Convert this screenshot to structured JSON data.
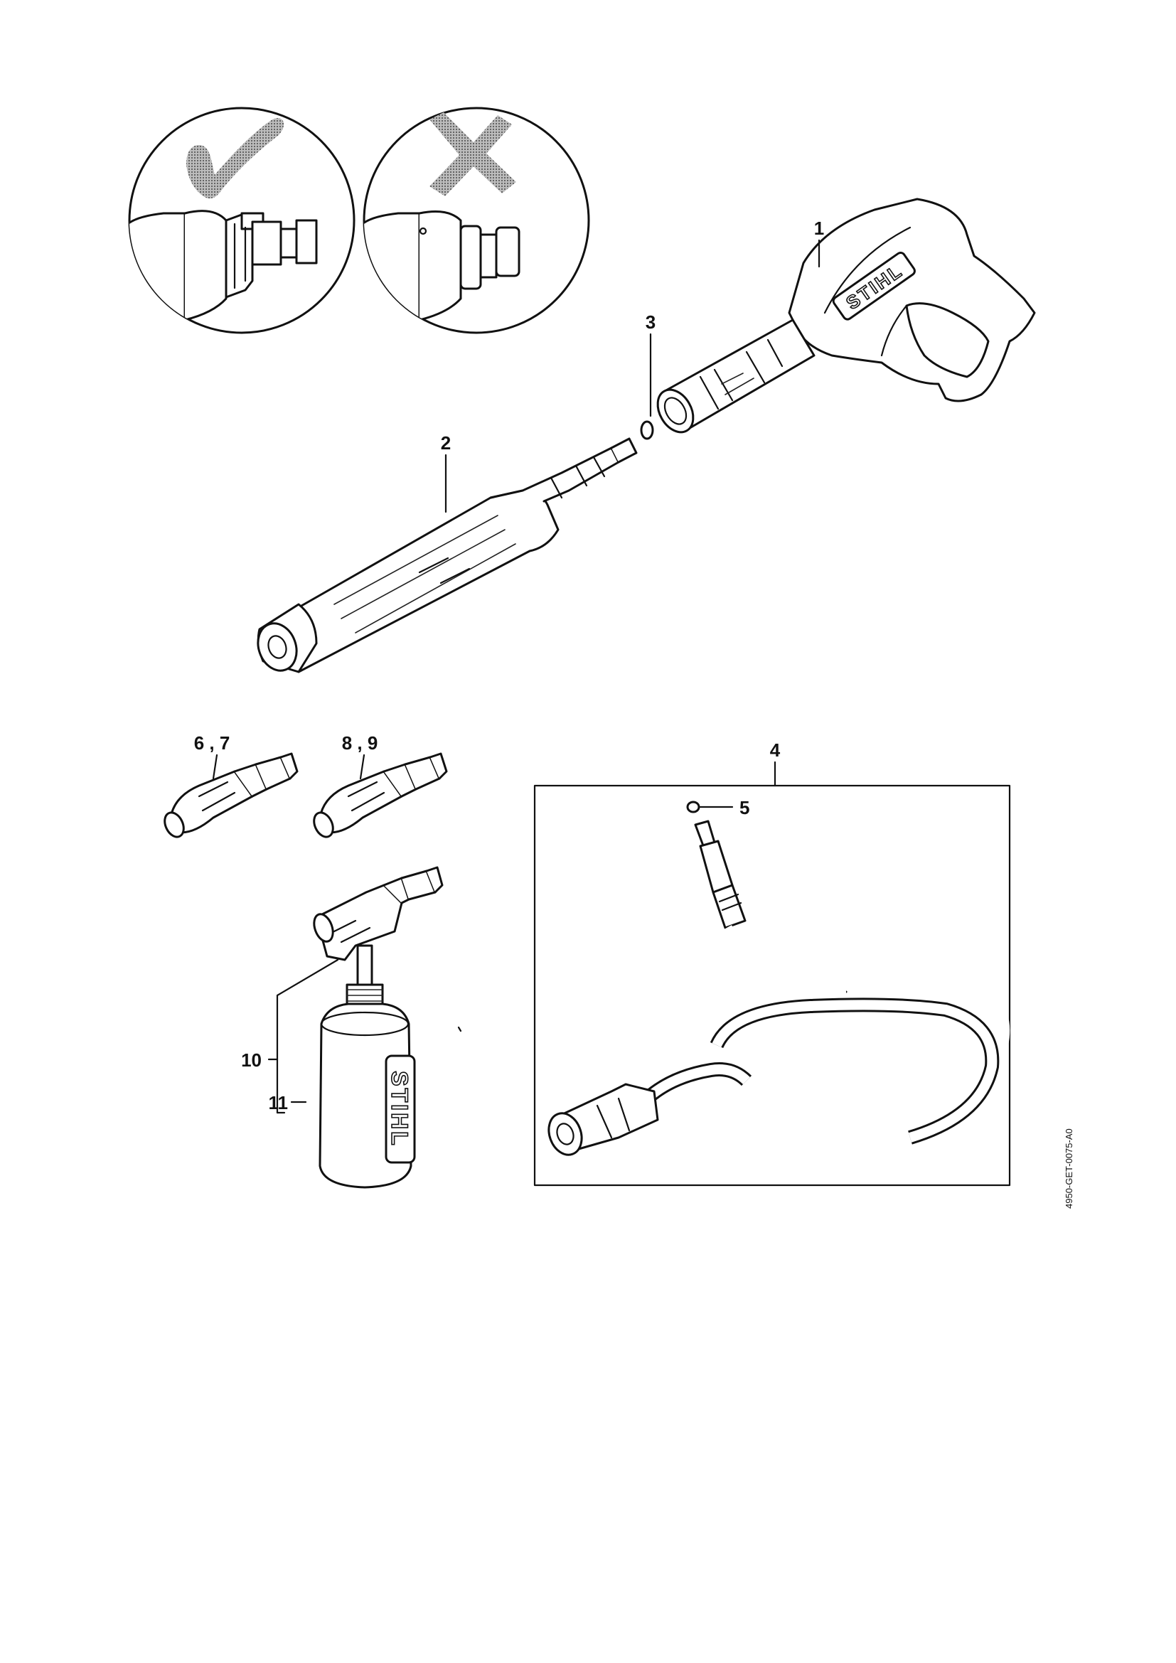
{
  "callouts": {
    "gun": "1",
    "lance": "2",
    "oring_lance": "3",
    "hose": "4",
    "oring_hose": "5",
    "nozzle_a": "6 , 7",
    "nozzle_b": "8 , 9",
    "foam_nozzle": "10",
    "foam_bottle": "11"
  },
  "brand": {
    "gun_logo": "STIHL",
    "bottle_logo": "STIHL"
  },
  "figure_code": "4950-GET-0075-A0",
  "icons": {
    "correct": "check-mark-icon",
    "incorrect": "cross-mark-icon"
  },
  "colors": {
    "line": "#111111",
    "mark_gray": "#8a8a8a"
  }
}
